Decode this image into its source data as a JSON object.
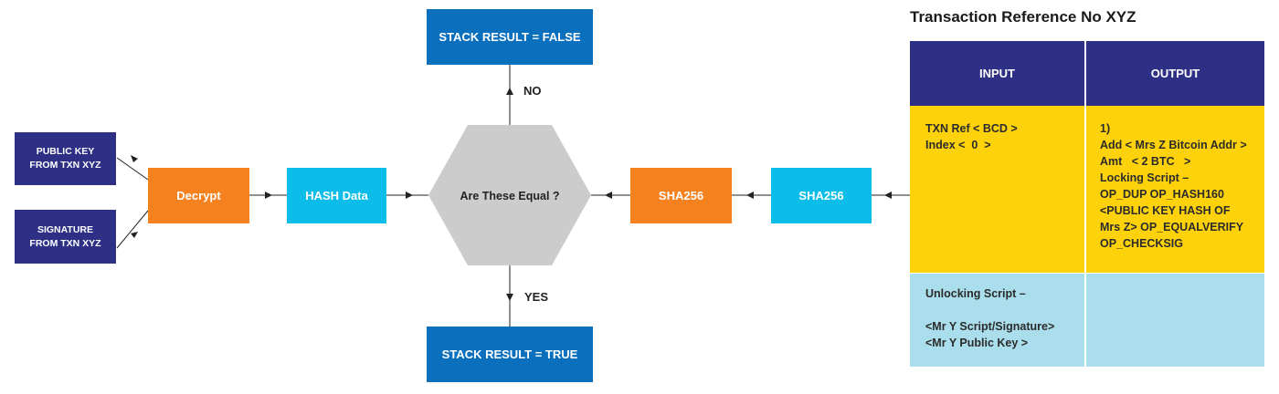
{
  "inputs": {
    "public_key": [
      "PUBLIC KEY",
      "FROM TXN XYZ"
    ],
    "signature": [
      "SIGNATURE",
      "FROM TXN XYZ"
    ]
  },
  "nodes": {
    "decrypt": "Decrypt",
    "hash_data": "HASH Data",
    "compare": "Are These Equal ?",
    "sha256_left": "SHA256",
    "sha256_right": "SHA256",
    "stack_false": "STACK RESULT = FALSE",
    "stack_true": "STACK RESULT = TRUE"
  },
  "edges": {
    "no": "NO",
    "yes": "YES"
  },
  "transaction": {
    "title": "Transaction Reference No XYZ",
    "headers": {
      "input": "INPUT",
      "output": "OUTPUT"
    },
    "input_lines": [
      "TXN Ref < BCD >",
      "Index <  0  >"
    ],
    "output_lines": [
      "1)",
      "Add < Mrs Z Bitcoin Addr >",
      "Amt   < 2 BTC   >",
      "Locking Script –",
      "OP_DUP OP_HASH160",
      "<PUBLIC KEY HASH OF",
      "Mrs Z> OP_EQUALVERIFY",
      "OP_CHECKSIG"
    ],
    "unlocking_lines": [
      "Unlocking Script –",
      " ",
      "<Mr Y Script/Signature>",
      "<Mr Y Public Key >"
    ]
  },
  "colors": {
    "navy": "#2e3086",
    "orange": "#f5821f",
    "cyan": "#0dbde9",
    "blue": "#0a6fbd",
    "gray": "#cccccc",
    "yellow": "#fdd20a",
    "light_blue": "#abdeec"
  }
}
